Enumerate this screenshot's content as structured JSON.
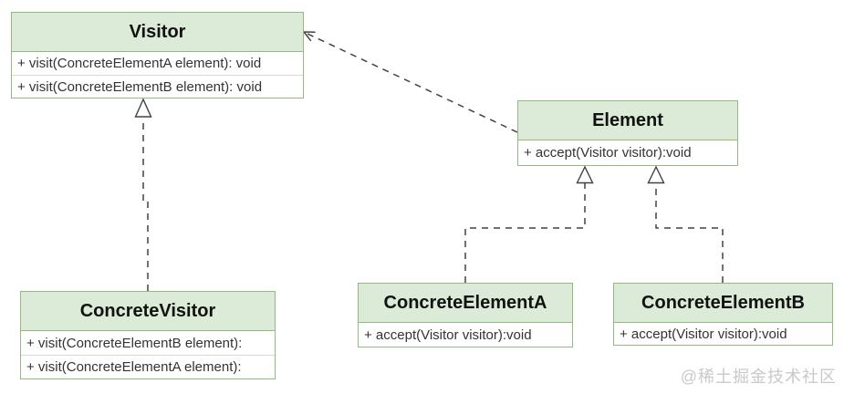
{
  "classes": {
    "visitor": {
      "title": "Visitor",
      "methods": [
        "+ visit(ConcreteElementA element): void",
        "+ visit(ConcreteElementB element): void"
      ]
    },
    "element": {
      "title": "Element",
      "methods": [
        "+ accept(Visitor visitor):void"
      ]
    },
    "concreteVisitor": {
      "title": "ConcreteVisitor",
      "methods": [
        "+ visit(ConcreteElementB element):",
        "+ visit(ConcreteElementA element):"
      ]
    },
    "concreteElementA": {
      "title": "ConcreteElementA",
      "methods": [
        "+ accept(Visitor visitor):void"
      ]
    },
    "concreteElementB": {
      "title": "ConcreteElementB",
      "methods": [
        "+ accept(Visitor visitor):void"
      ]
    }
  },
  "relationships": [
    {
      "from": "Element",
      "to": "Visitor",
      "type": "dependency"
    },
    {
      "from": "ConcreteVisitor",
      "to": "Visitor",
      "type": "realization"
    },
    {
      "from": "ConcreteElementA",
      "to": "Element",
      "type": "realization"
    },
    {
      "from": "ConcreteElementB",
      "to": "Element",
      "type": "realization"
    }
  ],
  "watermark": "@稀土掘金技术社区",
  "colors": {
    "header_fill": "#dcead8",
    "border": "#93b97f",
    "divider": "#d9d9d9",
    "connector": "#424242",
    "text": "#333333",
    "watermark": "#c9c9c9"
  }
}
